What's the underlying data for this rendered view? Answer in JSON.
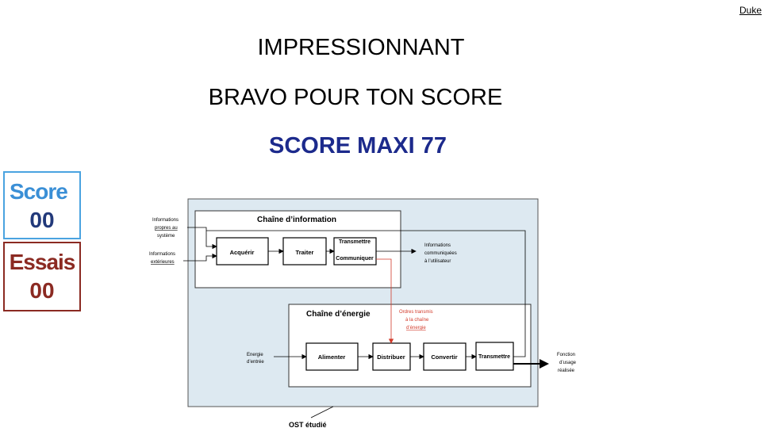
{
  "header": {
    "duke_link": "Duke"
  },
  "messages": {
    "line1": "IMPRESSIONNANT",
    "line2": "BRAVO POUR TON SCORE",
    "line3": "SCORE MAXI 77"
  },
  "score_panel": {
    "label": "Score",
    "value": "00"
  },
  "essais_panel": {
    "label": "Essais",
    "value": "00"
  },
  "diagram": {
    "info_chain_title": "Chaîne d’information",
    "energy_chain_title": "Chaîne d’énergie",
    "blocks": {
      "acquerir": "Acquérir",
      "traiter": "Traiter",
      "transmettre": "Transmettre",
      "communiquer": "Communiquer",
      "alimenter": "Alimenter",
      "distribuer": "Distribuer",
      "convertir": "Convertir",
      "transmettre_energie": "Transmettre"
    },
    "inputs": {
      "info_propres_1": "Informations",
      "info_propres_2": "propres au",
      "info_propres_3": "système",
      "info_ext_1": "Informations",
      "info_ext_2": "extérieures",
      "energie_1": "Energie",
      "energie_2": "d’entrée"
    },
    "outputs": {
      "info_com_1": "Informations",
      "info_com_2": "communiquées",
      "info_com_3": "à l’utilisateur",
      "fonction_1": "Fonction",
      "fonction_2": "d’usage",
      "fonction_3": "réalisée"
    },
    "orders": {
      "line1": "Ordres transmis",
      "line2": "à la chaîne",
      "line3": "d’énergie"
    },
    "ost_label": "OST étudié"
  },
  "colors": {
    "score_title": "#1c2a8c",
    "score_label": "#3a8fd6",
    "score_border": "#4aa3e0",
    "essais": "#8b2a22",
    "system_fill": "#dde9f1",
    "orders_red": "#d23a2a"
  }
}
